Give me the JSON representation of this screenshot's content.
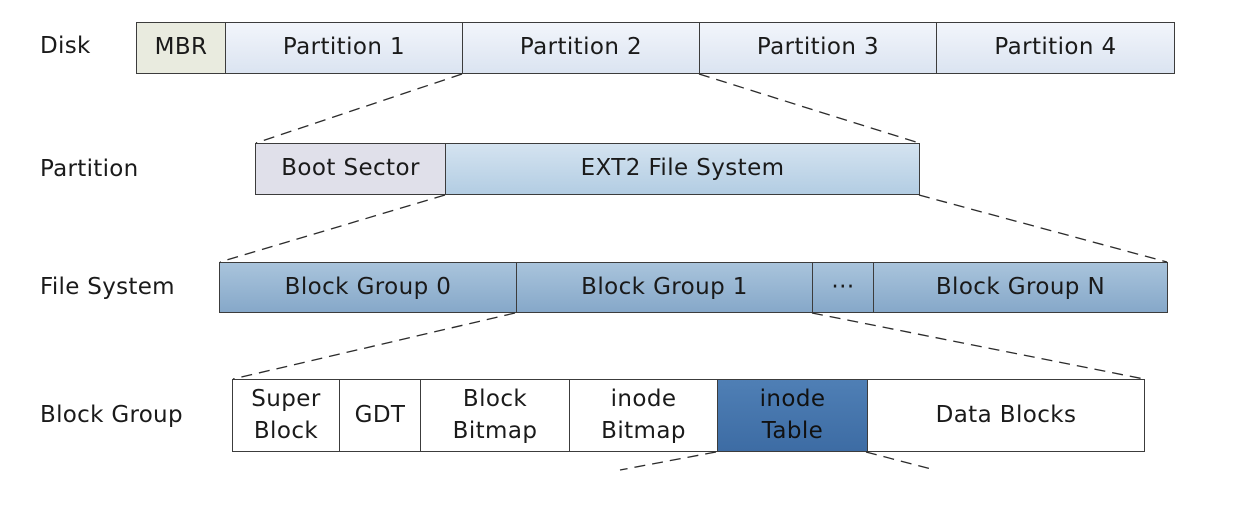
{
  "rows": {
    "disk": "Disk",
    "partition": "Partition",
    "file_system": "File System",
    "block_group": "Block Group"
  },
  "disk": {
    "mbr": "MBR",
    "partitions": [
      "Partition 1",
      "Partition 2",
      "Partition 3",
      "Partition 4"
    ]
  },
  "partition": {
    "boot_sector": "Boot Sector",
    "ext2": "EXT2 File System"
  },
  "file_system": {
    "groups": [
      "Block Group 0",
      "Block Group 1",
      "···",
      "Block Group N"
    ]
  },
  "block_group": {
    "super_block": "Super\nBlock",
    "gdt": "GDT",
    "block_bitmap": "Block\nBitmap",
    "inode_bitmap": "inode\nBitmap",
    "inode_table": "inode\nTable",
    "data_blocks": "Data Blocks"
  },
  "colors": {
    "mbr": "#e9ebdf",
    "partition": "#dbe4f1",
    "boot_sector": "#e0e0ea",
    "ext2": "#b3cde3",
    "block_group": "#86a8c9",
    "inode_table": "#3d6ca4"
  }
}
